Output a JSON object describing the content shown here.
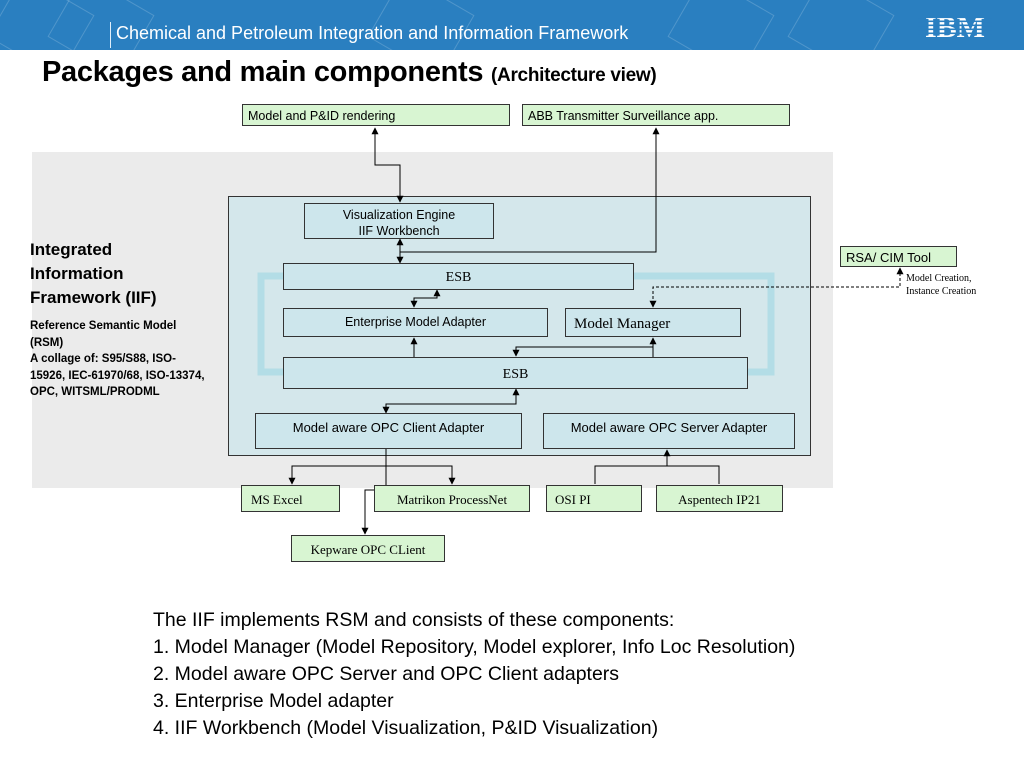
{
  "header": {
    "title": "Chemical and Petroleum Integration and Information Framework",
    "logo_text": "IBM",
    "color": "#2a7fc0"
  },
  "slide": {
    "title": "Packages and main components",
    "subtitle": "(Architecture view)"
  },
  "left_panel": {
    "heading_lines": [
      "Integrated",
      "Information",
      "Framework (IIF)"
    ],
    "rsm_lines": [
      "Reference Semantic Model",
      "(RSM)",
      "A collage of: S95/S88, ISO-",
      "15926, IEC-61970/68, ISO-13374,",
      "OPC, WITSML/PRODML"
    ]
  },
  "diagram": {
    "top_apps": [
      "Model and P&ID rendering",
      "ABB Transmitter Surveillance app."
    ],
    "visualization_engine_lines": [
      "Visualization Engine",
      "IIF Workbench"
    ],
    "esb_top": "ESB",
    "enterprise_model_adapter": "Enterprise Model Adapter",
    "model_manager": "Model Manager",
    "esb_bottom": "ESB",
    "opc_client_adapter": "Model aware OPC Client Adapter",
    "opc_server_adapter": "Model aware OPC Server Adapter",
    "rsa_tool": "RSA/ CIM Tool",
    "rsa_note_lines": [
      "Model Creation,",
      "Instance Creation"
    ],
    "bottom_apps": [
      "MS Excel",
      "Matrikon ProcessNet",
      "OSI PI",
      "Aspentech IP21"
    ],
    "kepware": "Kepware OPC CLient"
  },
  "body_text": {
    "intro": "The IIF implements RSM and consists of these components:",
    "items": [
      "1. Model Manager (Model Repository, Model explorer, Info Loc Resolution)",
      "2. Model aware OPC Server and OPC Client adapters",
      "3. Enterprise Model adapter",
      "4. IIF Workbench (Model Visualization, P&ID Visualization)"
    ]
  },
  "colors": {
    "app_box_green": "#d8f5d2",
    "component_blue": "#cde6ec",
    "iif_panel": "#d4e7eb",
    "outer_panel_gray": "#ebebeb"
  }
}
